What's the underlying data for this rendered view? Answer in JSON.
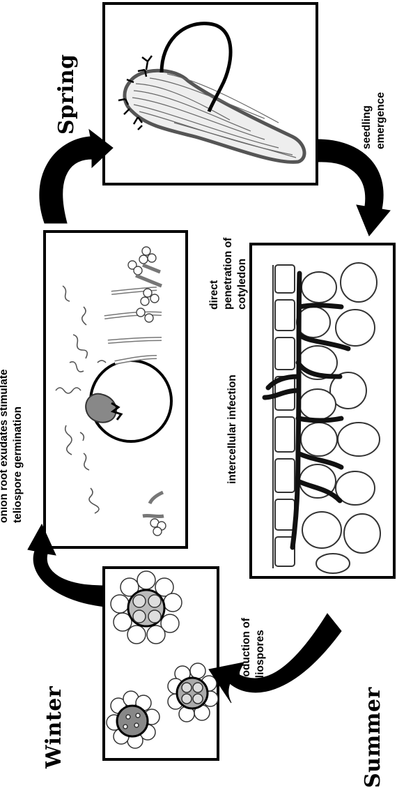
{
  "seasons": {
    "spring": "Spring",
    "summer": "Summer",
    "winter": "Winter"
  },
  "captions": {
    "germination": [
      "onion root exudates stimulate",
      "teliospore germination"
    ],
    "emergence": [
      "seedling",
      "emergence"
    ],
    "penetration": [
      "direct",
      "penetration of",
      "cotyledon"
    ],
    "infection": [
      "intercellular infection"
    ],
    "production": [
      "production of",
      "teliospores"
    ]
  }
}
